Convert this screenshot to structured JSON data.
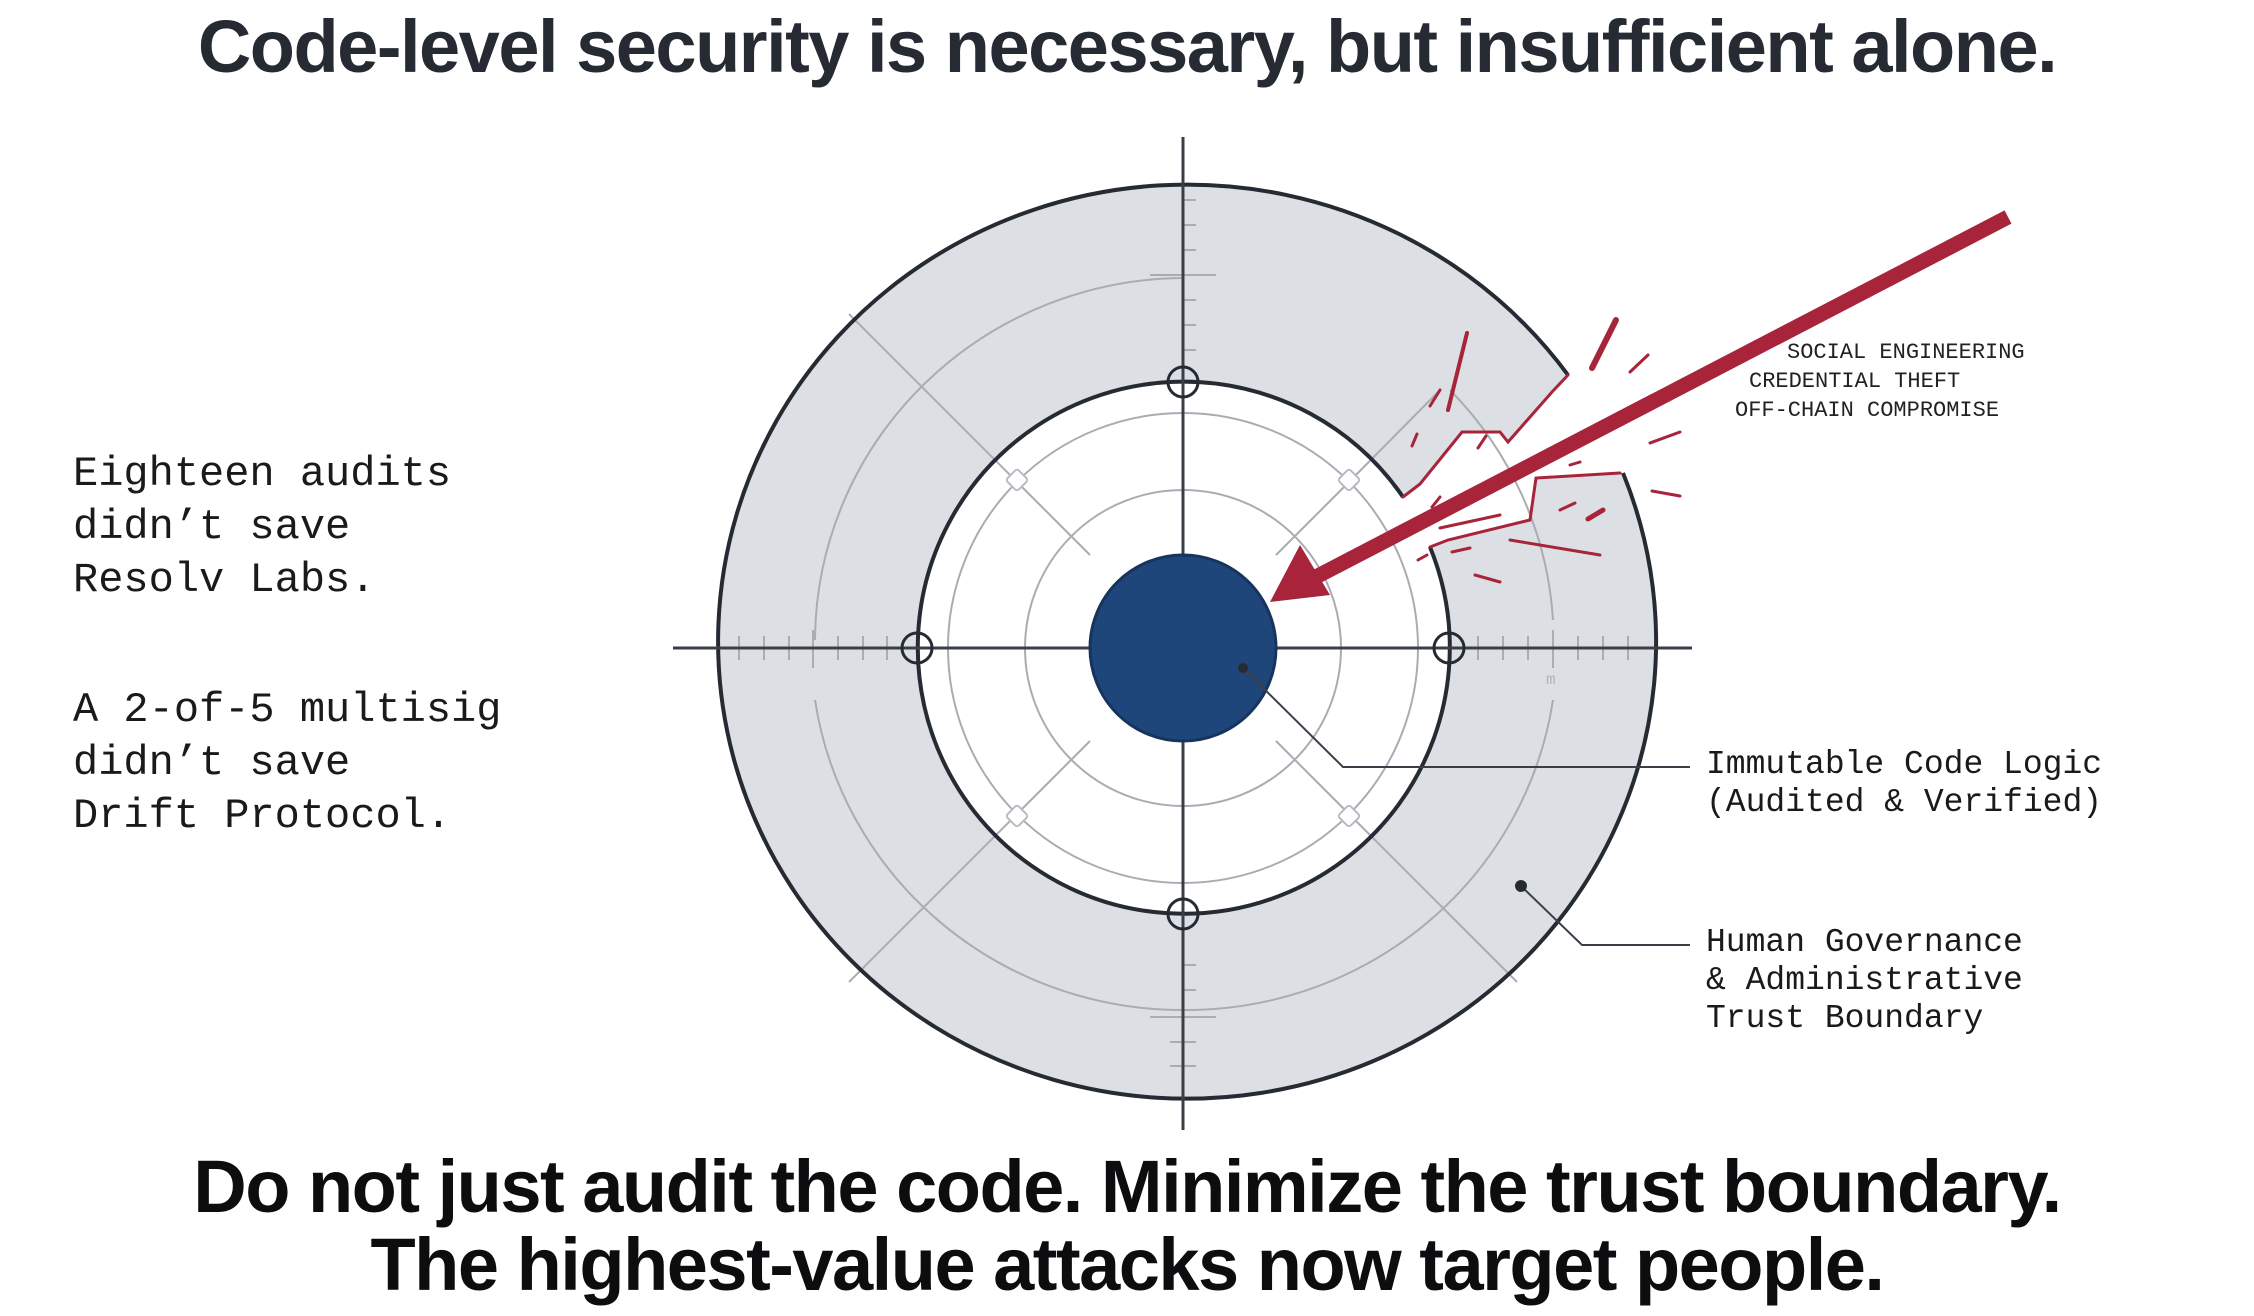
{
  "title": "Code-level security is necessary, but insufficient alone.",
  "left_notes": [
    {
      "lines": [
        "Eighteen audits",
        "didn’t save",
        "Resolv Labs."
      ]
    },
    {
      "lines": [
        "A 2-of-5 multisig",
        "didn’t save",
        "Drift Protocol."
      ]
    }
  ],
  "attack_vectors": [
    "SOCIAL ENGINEERING",
    "CREDENTIAL THEFT",
    "OFF-CHAIN COMPROMISE"
  ],
  "callouts": {
    "core": {
      "lines": [
        "Immutable Code Logic",
        "(Audited & Verified)"
      ]
    },
    "ring": {
      "lines": [
        "Human Governance",
        "& Administrative",
        "Trust Boundary"
      ]
    }
  },
  "diagram": {
    "axis_glyph": "m",
    "colors": {
      "core": "#1f467a",
      "ring_fill": "#dcdfe3",
      "ring_stroke": "#262b33",
      "attack_arrow": "#a8243a",
      "grid": "#a9adb3"
    }
  },
  "footer": {
    "line1": "Do not just audit the code. Minimize the trust boundary.",
    "line2": "The highest-value attacks now target people."
  }
}
